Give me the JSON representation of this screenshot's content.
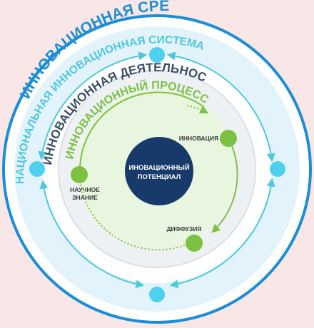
{
  "rings": {
    "environment": "ИННОВАЦИОННАЯ СРЕДА",
    "national_system": "НАЦИОНАЛЬНАЯ ИННОВАЦИОННАЯ СИСТЕМА",
    "activity": "ИННОВАЦИОННАЯ  ДЕЯТЕЛЬНОСТЬ",
    "process": "ИННОВАЦИОННЫЙ ПРОЦЕСС"
  },
  "center": {
    "line1": "ИНОВАЦИОННЫЙ",
    "line2": "ПОТЕНЦИАЛ"
  },
  "nodes": {
    "innovation": "ИННОВАЦИЯ",
    "science_line1": "НАУЧНОЕ",
    "science_line2": "ЗНАНИЕ",
    "diffusion": "ДИФФУЗИЯ"
  },
  "colors": {
    "background": "#f9e6e6",
    "environment_ring": "#1a8ed6",
    "system_ring": "#4cc8e0",
    "activity_ring": "#3a4f66",
    "process_ring": "#7cc142",
    "center": "#173a6b",
    "cyan_node": "#4fd0ee",
    "green_node": "#7cc142"
  }
}
